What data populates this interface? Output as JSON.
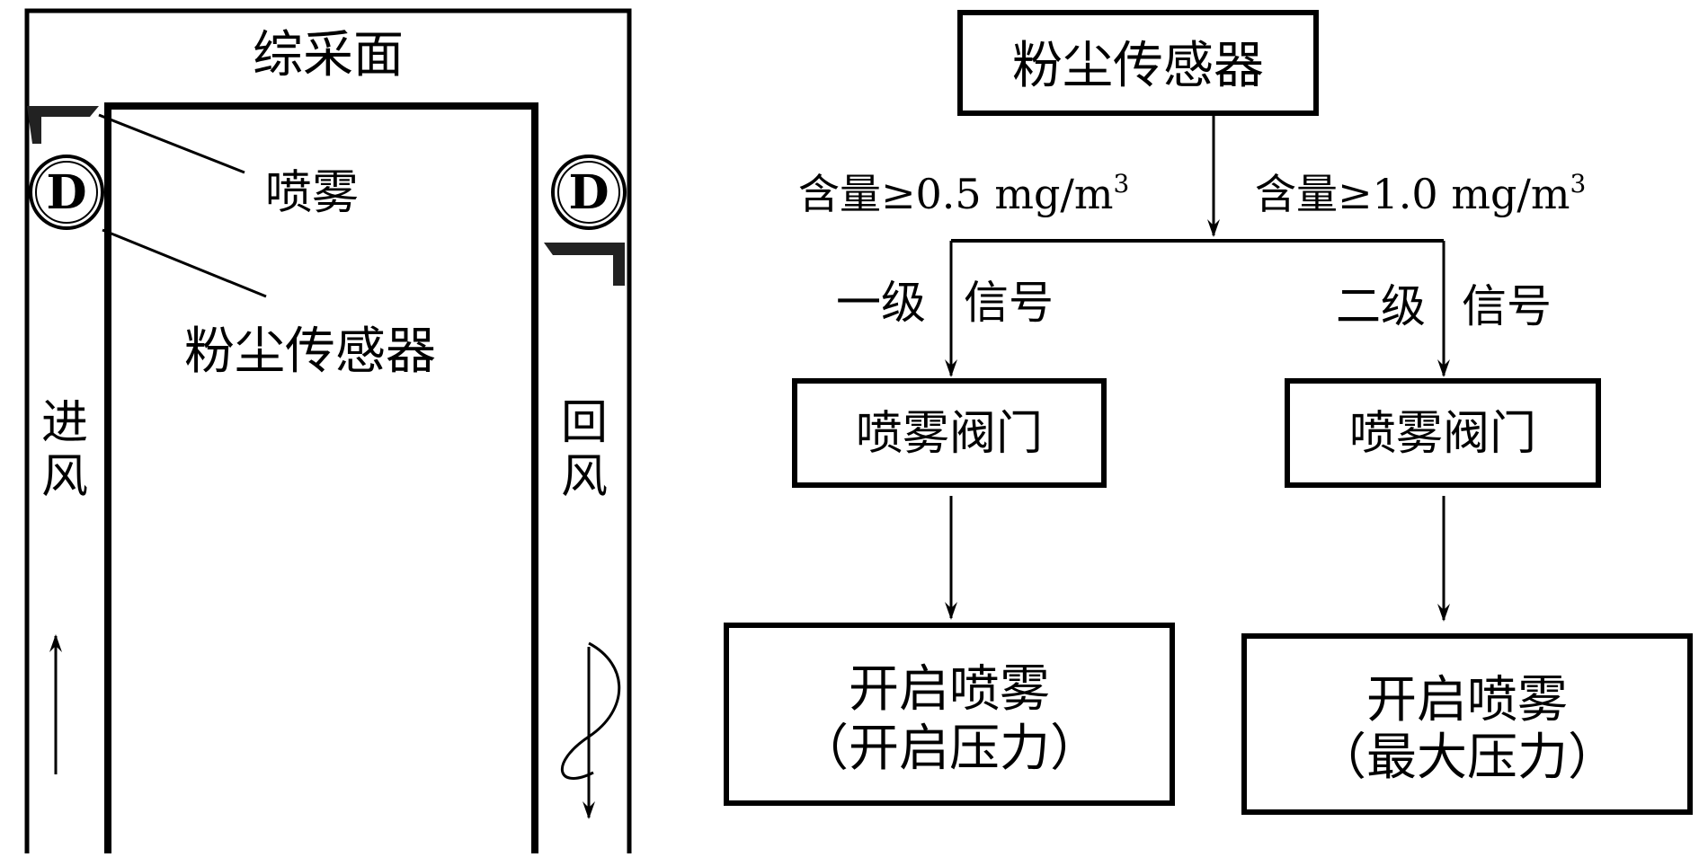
{
  "layout_panel": {
    "face_label": "综采面",
    "spray_label": "喷雾",
    "sensor_label": "粉尘传感器",
    "intake_label": [
      "进",
      "风"
    ],
    "return_label": [
      "回",
      "风"
    ],
    "device_symbol": "D"
  },
  "flowchart": {
    "top_box": "粉尘传感器",
    "left_condition": {
      "prefix": "含量≥0.5 mg/m",
      "sup": "3"
    },
    "right_condition": {
      "prefix": "含量≥1.0 mg/m",
      "sup": "3"
    },
    "left_signal": {
      "level": "一级",
      "word": "信号"
    },
    "right_signal": {
      "level": "二级",
      "word": "信号"
    },
    "left_valve": "喷雾阀门",
    "right_valve": "喷雾阀门",
    "left_action": [
      "开启喷雾",
      "（开启压力）"
    ],
    "right_action": [
      "开启喷雾",
      "（最大压力）"
    ]
  }
}
